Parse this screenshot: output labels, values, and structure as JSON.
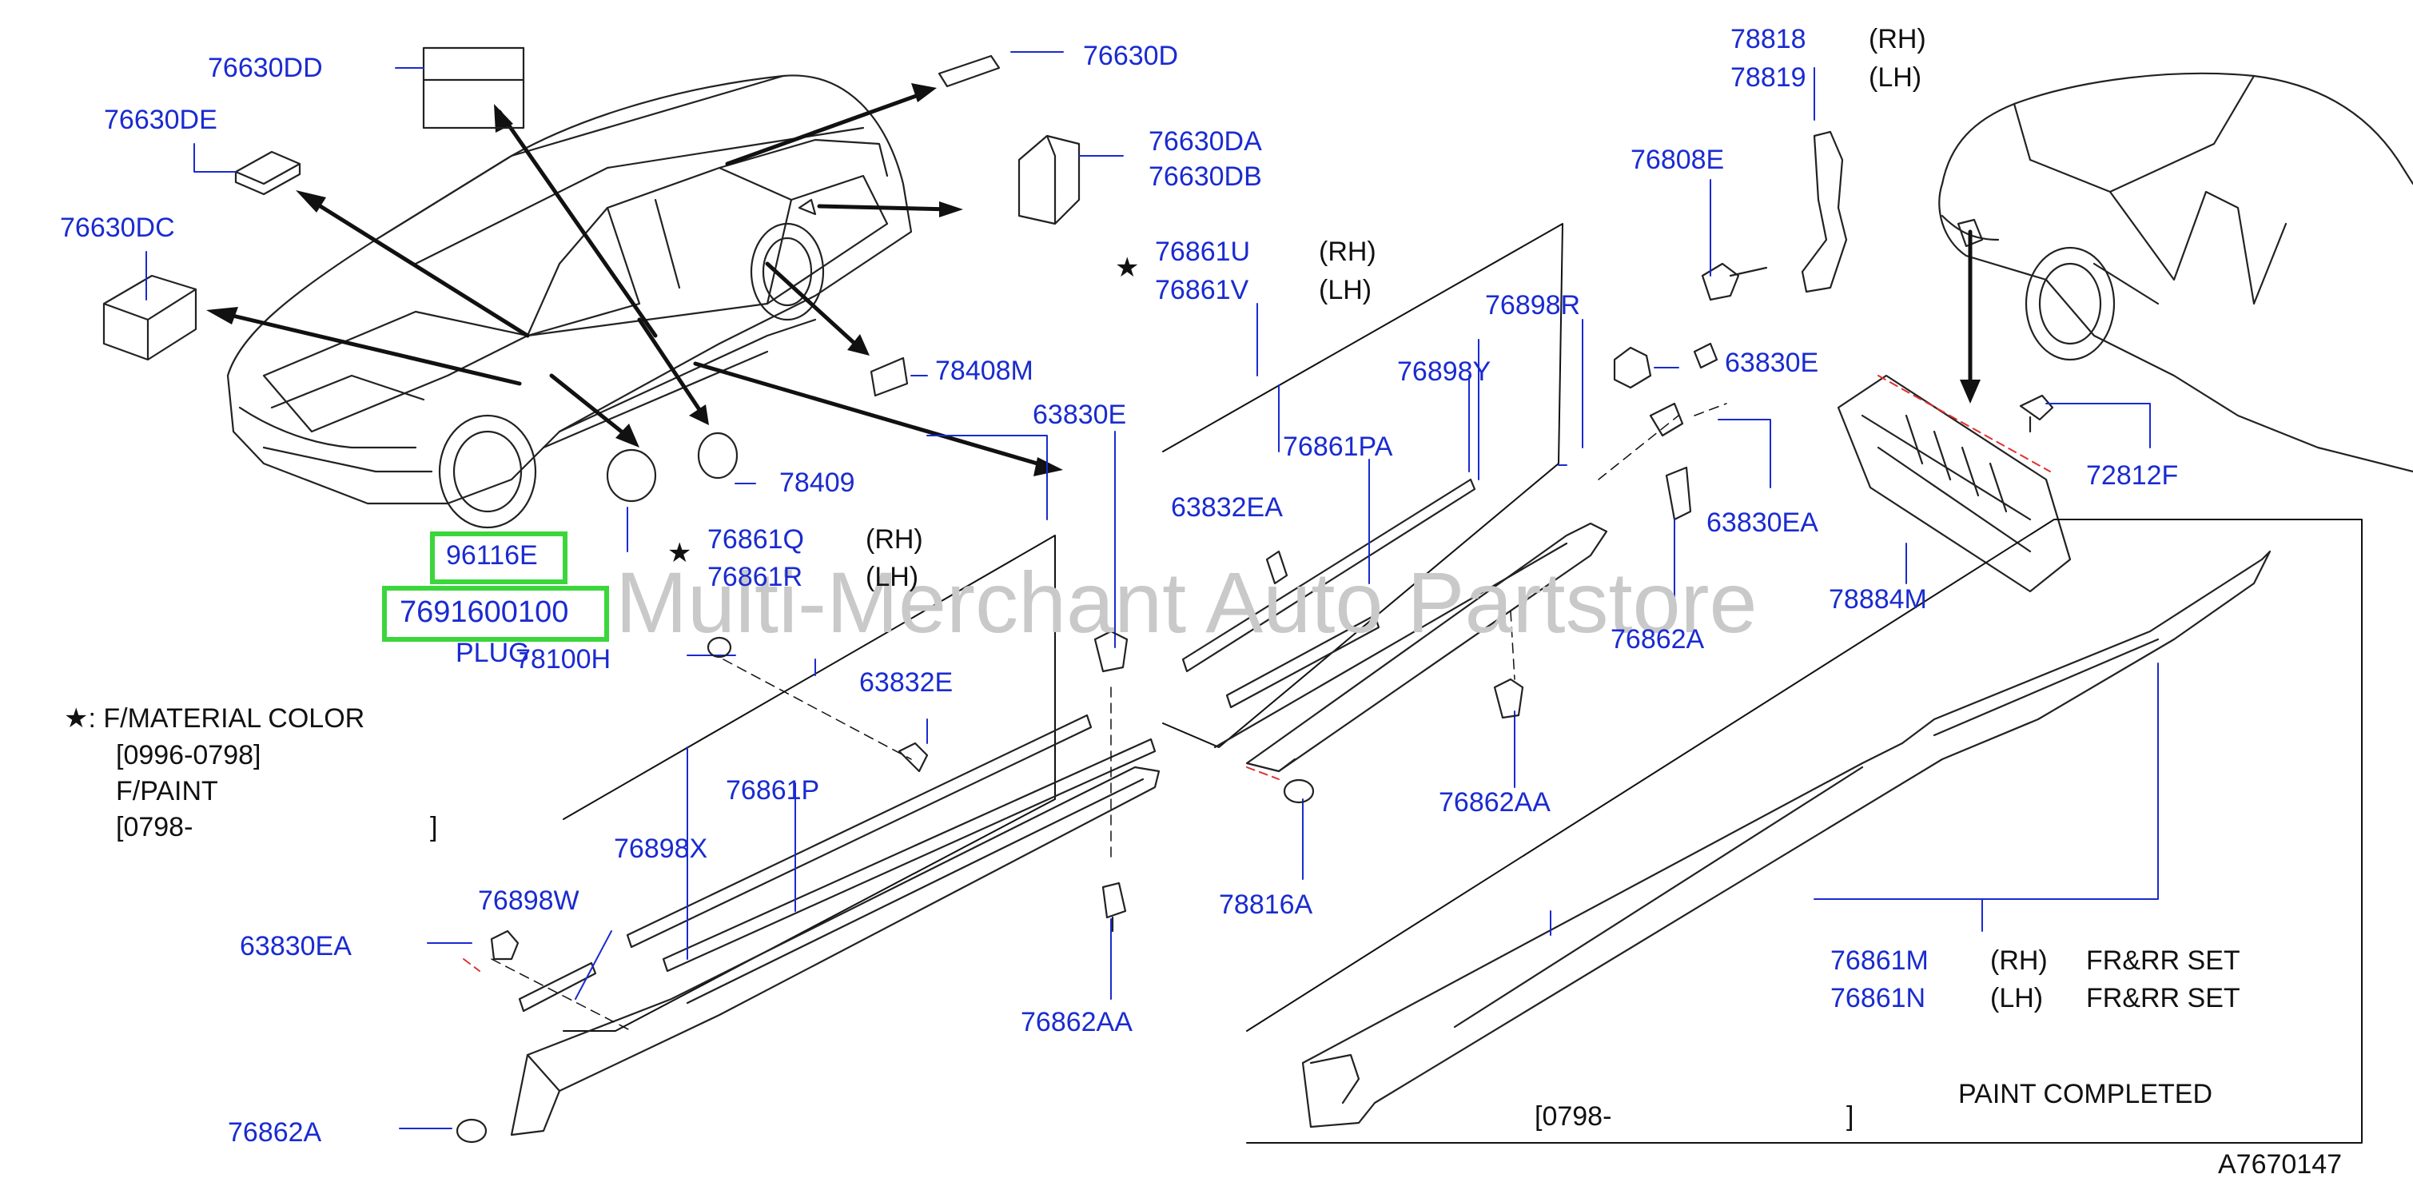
{
  "watermark": "Multi-Merchant Auto Partstore",
  "diagram_id": "A7670147",
  "highlights": {
    "code_a": "96116E",
    "code_b": "7691600100",
    "plug": "PLUG"
  },
  "legend": {
    "star": "★",
    "line1": "★:  F/MATERIAL   COLOR",
    "line2": "[0996-0798]",
    "line3": "F/PAINT",
    "line4": "[0798-",
    "line4_end": "]"
  },
  "paint_box": {
    "label": "PAINT    COMPLETED",
    "date_open": "[0798-",
    "date_close": "]"
  },
  "parts": {
    "p76630DD": "76630DD",
    "p76630DE": "76630DE",
    "p76630DC": "76630DC",
    "p76630D": "76630D",
    "p76630DA": "76630DA",
    "p76630DB": "76630DB",
    "p78408M": "78408M",
    "p78409": "78409",
    "p76861U": "76861U",
    "p76861V": "76861V",
    "p76898R": "76898R",
    "p76898Y": "76898Y",
    "p76861PA": "76861PA",
    "p63832EA": "63832EA",
    "p63830E_top": "63830E",
    "p63830E_mid": "63830E",
    "p78818": "78818",
    "p78819": "78819",
    "p76808E": "76808E",
    "p63830EA_right": "63830EA",
    "p76862A_mid": "76862A",
    "p76862AA_mid": "76862AA",
    "p72812F": "72812F",
    "p78884M": "78884M",
    "p76861Q": "76861Q",
    "p76861R": "76861R",
    "p78100H": "78100H",
    "p63832E": "63832E",
    "p76861P": "76861P",
    "p76898X": "76898X",
    "p76898W": "76898W",
    "p63830EA_left": "63830EA",
    "p76862A_left": "76862A",
    "p76862AA_left": "76862AA",
    "p78816A": "78816A",
    "p76861M": "76861M",
    "p76861N": "76861N"
  },
  "suffix": {
    "rh": "(RH)",
    "lh": "(LH)",
    "star": "★",
    "set_m": "FR&RR   SET",
    "set_n": "FR&RR   SET"
  }
}
